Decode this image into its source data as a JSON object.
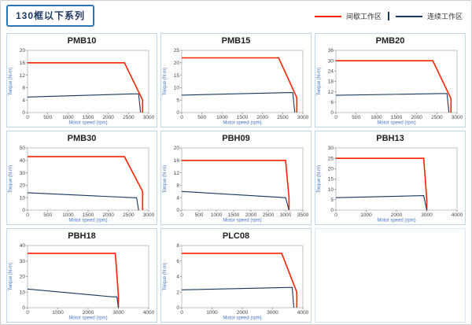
{
  "page": {
    "title": "130框以下系列",
    "legend": [
      {
        "label": "间歇工作区",
        "color": "#ff2400"
      },
      {
        "label": "连续工作区",
        "color": "#17375e"
      }
    ]
  },
  "chart_data": [
    {
      "type": "line",
      "title": "PMB10",
      "xlabel": "Motor speed (rpm)",
      "ylabel": "Torque (N·m)",
      "xlim": [
        0,
        3000
      ],
      "xticks": [
        0,
        500,
        1000,
        1500,
        2000,
        2500,
        3000
      ],
      "ylim": [
        0,
        20
      ],
      "yticks": [
        0,
        4,
        8,
        12,
        16,
        20
      ],
      "grid": false,
      "series": [
        {
          "name": "间歇工作区",
          "points": [
            [
              0,
              16
            ],
            [
              2400,
              16
            ],
            [
              2850,
              4
            ],
            [
              2850,
              0
            ]
          ]
        },
        {
          "name": "连续工作区",
          "points": [
            [
              0,
              5
            ],
            [
              2600,
              6
            ],
            [
              2750,
              6
            ],
            [
              2800,
              0
            ]
          ]
        }
      ]
    },
    {
      "type": "line",
      "title": "PMB15",
      "xlabel": "Motor speed (rpm)",
      "ylabel": "Torque (N·m)",
      "xlim": [
        0,
        3000
      ],
      "xticks": [
        0,
        500,
        1000,
        1500,
        2000,
        2500,
        3000
      ],
      "ylim": [
        0,
        25
      ],
      "yticks": [
        0,
        5,
        10,
        15,
        20,
        25
      ],
      "grid": false,
      "series": [
        {
          "name": "间歇工作区",
          "points": [
            [
              0,
              22
            ],
            [
              2400,
              22
            ],
            [
              2850,
              6
            ],
            [
              2850,
              0
            ]
          ]
        },
        {
          "name": "连续工作区",
          "points": [
            [
              0,
              7
            ],
            [
              2600,
              8
            ],
            [
              2750,
              8
            ],
            [
              2800,
              0
            ]
          ]
        }
      ]
    },
    {
      "type": "line",
      "title": "PMB20",
      "xlabel": "Motor speed (rpm)",
      "ylabel": "Torque (N·m)",
      "xlim": [
        0,
        3000
      ],
      "xticks": [
        0,
        500,
        1000,
        1500,
        2000,
        2500,
        3000
      ],
      "ylim": [
        0,
        36
      ],
      "yticks": [
        0,
        6,
        12,
        18,
        24,
        30,
        36
      ],
      "grid": false,
      "series": [
        {
          "name": "间歇工作区",
          "points": [
            [
              0,
              30
            ],
            [
              2400,
              30
            ],
            [
              2850,
              8
            ],
            [
              2850,
              0
            ]
          ]
        },
        {
          "name": "连续工作区",
          "points": [
            [
              0,
              10
            ],
            [
              2600,
              11
            ],
            [
              2750,
              11
            ],
            [
              2800,
              0
            ]
          ]
        }
      ]
    },
    {
      "type": "line",
      "title": "PMB30",
      "xlabel": "Motor speed (rpm)",
      "ylabel": "Torque (N·m)",
      "xlim": [
        0,
        3000
      ],
      "xticks": [
        0,
        500,
        1000,
        1500,
        2000,
        2500,
        3000
      ],
      "ylim": [
        0,
        50
      ],
      "yticks": [
        0,
        10,
        20,
        30,
        40,
        50
      ],
      "grid": false,
      "series": [
        {
          "name": "间歇工作区",
          "points": [
            [
              0,
              43
            ],
            [
              2400,
              43
            ],
            [
              2850,
              15
            ],
            [
              2850,
              0
            ]
          ]
        },
        {
          "name": "连续工作区",
          "points": [
            [
              0,
              14
            ],
            [
              2600,
              10
            ],
            [
              2700,
              10
            ],
            [
              2750,
              0
            ]
          ]
        }
      ]
    },
    {
      "type": "line",
      "title": "PBH09",
      "xlabel": "Motor speed (rpm)",
      "ylabel": "Torque (N·m)",
      "xlim": [
        0,
        3500
      ],
      "xticks": [
        0,
        500,
        1000,
        1500,
        2000,
        2500,
        3000,
        3500
      ],
      "ylim": [
        0,
        20
      ],
      "yticks": [
        0,
        4,
        8,
        12,
        16,
        20
      ],
      "grid": false,
      "series": [
        {
          "name": "间歇工作区",
          "points": [
            [
              0,
              16
            ],
            [
              3000,
              16
            ],
            [
              3100,
              4
            ],
            [
              3100,
              0
            ]
          ]
        },
        {
          "name": "连续工作区",
          "points": [
            [
              0,
              6
            ],
            [
              3000,
              4
            ],
            [
              3100,
              0
            ]
          ]
        }
      ]
    },
    {
      "type": "line",
      "title": "PBH13",
      "xlabel": "Motor speed (rpm)",
      "ylabel": "Torque (N·m)",
      "xlim": [
        0,
        4000
      ],
      "xticks": [
        0,
        1000,
        2000,
        3000,
        4000
      ],
      "ylim": [
        0,
        30
      ],
      "yticks": [
        0,
        5,
        10,
        15,
        20,
        25,
        30
      ],
      "grid": false,
      "series": [
        {
          "name": "间歇工作区",
          "points": [
            [
              0,
              25
            ],
            [
              2900,
              25
            ],
            [
              3000,
              5
            ],
            [
              3000,
              0
            ]
          ]
        },
        {
          "name": "连续工作区",
          "points": [
            [
              0,
              6
            ],
            [
              2900,
              7
            ],
            [
              3000,
              0
            ]
          ]
        }
      ]
    },
    {
      "type": "line",
      "title": "PBH18",
      "xlabel": "Motor speed (rpm)",
      "ylabel": "Torque (N·m)",
      "xlim": [
        0,
        4000
      ],
      "xticks": [
        0,
        1000,
        2000,
        3000,
        4000
      ],
      "ylim": [
        0,
        40
      ],
      "yticks": [
        0,
        10,
        20,
        30,
        40
      ],
      "grid": false,
      "series": [
        {
          "name": "间歇工作区",
          "points": [
            [
              0,
              35
            ],
            [
              2900,
              35
            ],
            [
              3000,
              8
            ],
            [
              3000,
              0
            ]
          ]
        },
        {
          "name": "连续工作区",
          "points": [
            [
              0,
              12
            ],
            [
              2800,
              7
            ],
            [
              2950,
              7
            ],
            [
              3000,
              0
            ]
          ]
        }
      ]
    },
    {
      "type": "line",
      "title": "PLC08",
      "xlabel": "Motor speed (rpm)",
      "ylabel": "Torque (N·m)",
      "xlim": [
        0,
        4000
      ],
      "xticks": [
        0,
        1000,
        2000,
        3000,
        4000
      ],
      "ylim": [
        0,
        8
      ],
      "yticks": [
        0,
        2,
        4,
        6,
        8
      ],
      "grid": false,
      "series": [
        {
          "name": "间歇工作区",
          "points": [
            [
              0,
              7
            ],
            [
              3300,
              7
            ],
            [
              3800,
              2
            ],
            [
              3800,
              0
            ]
          ]
        },
        {
          "name": "连续工作区",
          "points": [
            [
              0,
              2.3
            ],
            [
              3500,
              2.6
            ],
            [
              3650,
              2.6
            ],
            [
              3700,
              0
            ]
          ]
        }
      ]
    }
  ]
}
